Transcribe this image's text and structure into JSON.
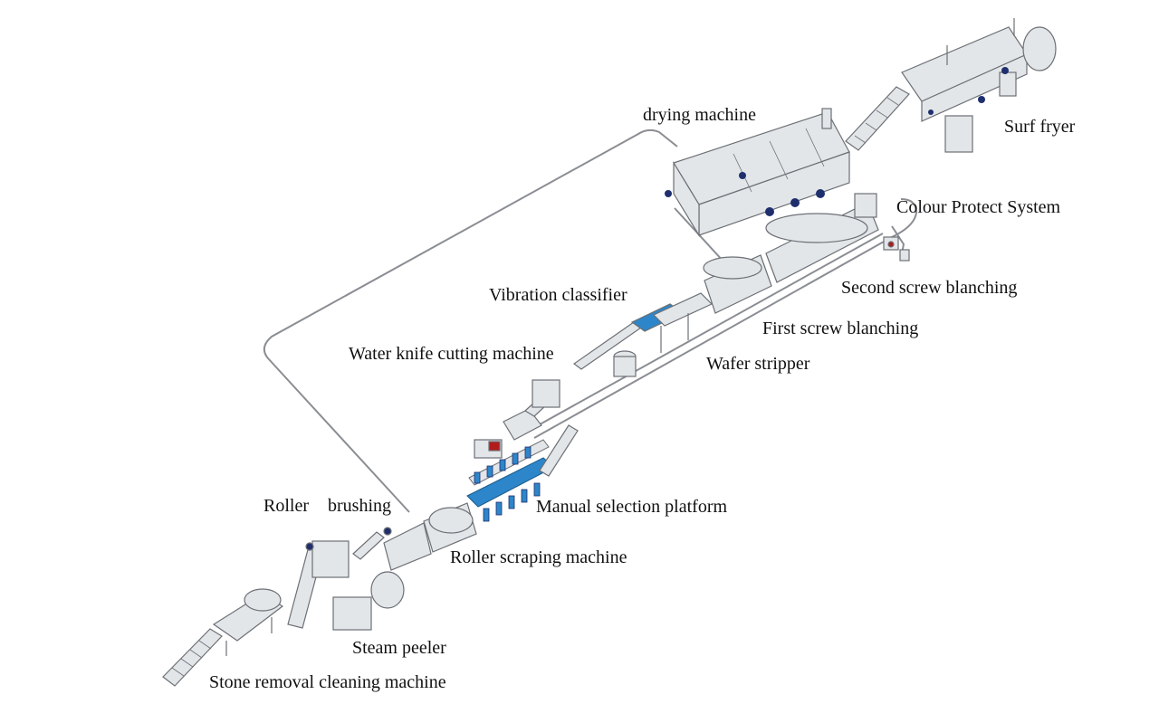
{
  "labels": {
    "drying_machine": "drying machine",
    "surf_fryer": "Surf fryer",
    "colour_protect_system": "Colour Protect System",
    "second_screw_blanching": "Second screw blanching",
    "first_screw_blanching": "First screw blanching",
    "vibration_classifier": "Vibration classifier",
    "water_knife_cutting_machine": "Water knife cutting machine",
    "wafer_stripper": "Wafer stripper",
    "roller": "Roller",
    "brushing": "brushing",
    "manual_selection_platform": "Manual selection platform",
    "roller_scraping_machine": "Roller scraping machine",
    "steam_peeler": "Steam peeler",
    "stone_removal_cleaning_machine": "Stone removal cleaning machine"
  },
  "colors": {
    "machine_fill": "#e3e6e9",
    "machine_stroke": "#6c7075",
    "pipe": "#8a8e93",
    "accent_blue": "#2d86c9",
    "motor_navy": "#1f2f6e",
    "tank_red": "#b01c1c"
  }
}
